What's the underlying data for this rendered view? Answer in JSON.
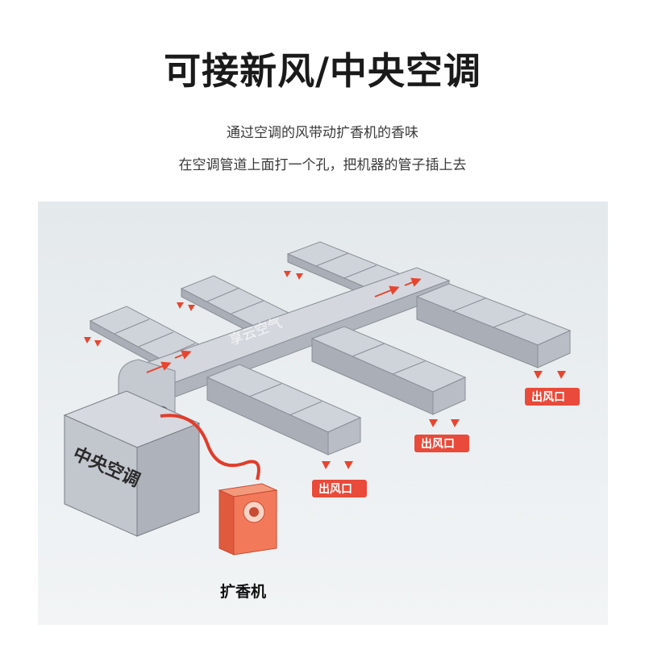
{
  "header": {
    "title": "可接新风/中央空调",
    "subtitle_1": "通过空调的风带动扩香机的香味",
    "subtitle_2": "在空调管道上面打一个孔，把机器的管子插上去"
  },
  "diagram": {
    "ac_unit_label": "中央空调",
    "diffuser_label": "扩香机",
    "duct_text": "享云空气",
    "outlet_label": "出风口",
    "colors": {
      "duct": "#c9ced6",
      "duct_side": "#a9aeb7",
      "ac_box": "#c7cbd2",
      "arrow": "#e8452f",
      "outlet_badge": "#e94a3a",
      "hose": "#e23c2c",
      "diffuser": "#f27a5a"
    }
  }
}
